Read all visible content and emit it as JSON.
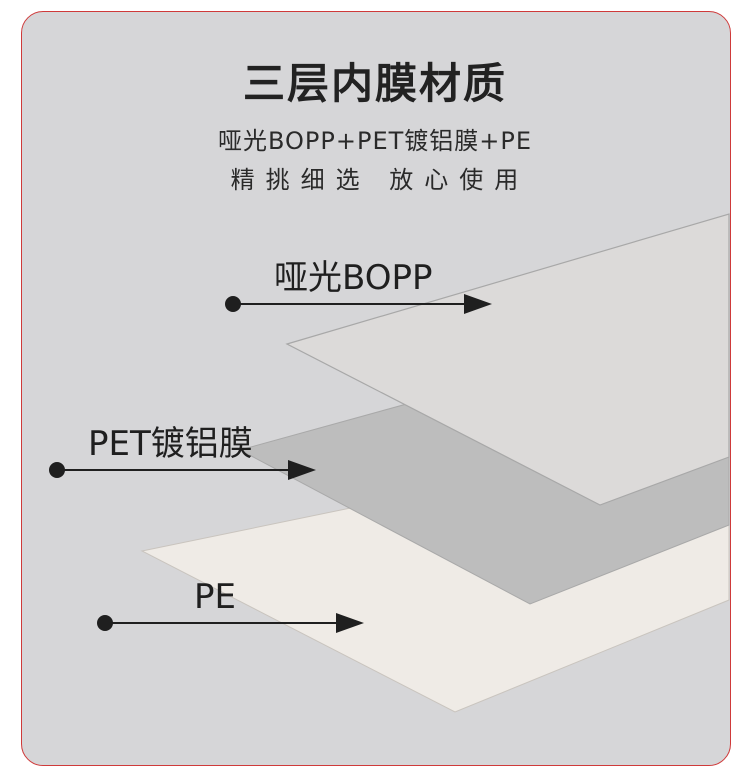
{
  "header": {
    "title": "三层内膜材质",
    "subtitle_line1": "哑光BOPP+PET镀铝膜+PE",
    "subtitle_line2": "精挑细选  放心使用"
  },
  "layers": [
    {
      "label": "哑光BOPP",
      "color": "#dcdad9"
    },
    {
      "label": "PET镀铝膜",
      "color": "#bdbdbd"
    },
    {
      "label": "PE",
      "color": "#efebe6"
    }
  ],
  "colors": {
    "border": "#cf3a3a",
    "background": "#d6d6d8",
    "pointer": "#1f1f1f"
  }
}
